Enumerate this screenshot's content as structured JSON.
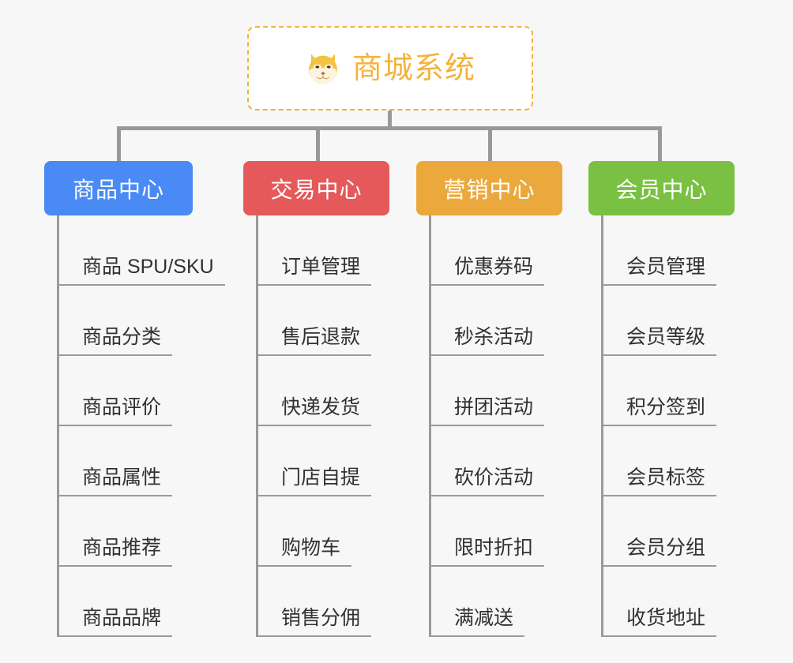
{
  "page": {
    "background_color": "#f7f7f7",
    "type": "org-chart-mindmap"
  },
  "root": {
    "title": "商城系统",
    "icon": "shiba-dog-face-icon",
    "border_color": "#f0b33f",
    "text_color": "#f3b33d",
    "background_color": "#ffffff"
  },
  "connectors": {
    "color": "#999999"
  },
  "categories": [
    {
      "label": "商品中心",
      "color": "#4a8af4",
      "items": [
        "商品 SPU/SKU",
        "商品分类",
        "商品评价",
        "商品属性",
        "商品推荐",
        "商品品牌"
      ]
    },
    {
      "label": "交易中心",
      "color": "#e5595b",
      "items": [
        "订单管理",
        "售后退款",
        "快递发货",
        "门店自提",
        "购物车",
        "销售分佣"
      ]
    },
    {
      "label": "营销中心",
      "color": "#eba93d",
      "items": [
        "优惠券码",
        "秒杀活动",
        "拼团活动",
        "砍价活动",
        "限时折扣",
        "满减送"
      ]
    },
    {
      "label": "会员中心",
      "color": "#7ac143",
      "items": [
        "会员管理",
        "会员等级",
        "积分签到",
        "会员标签",
        "会员分组",
        "收货地址"
      ]
    }
  ]
}
